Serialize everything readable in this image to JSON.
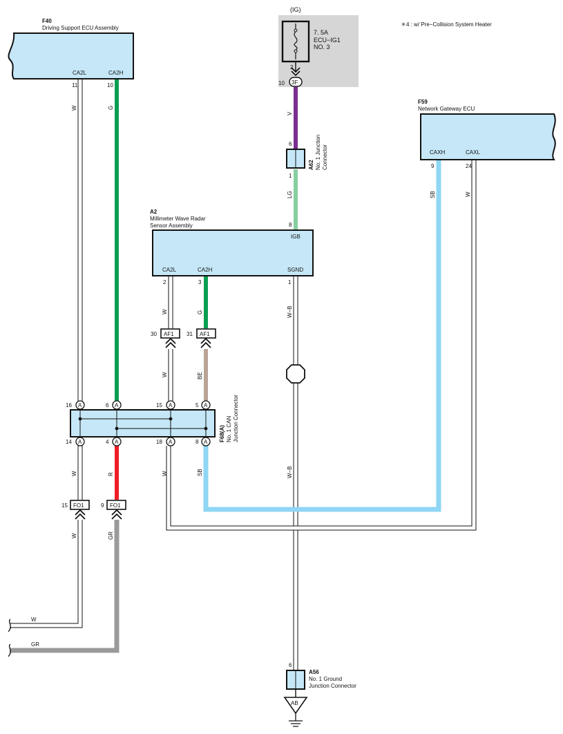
{
  "note": "＊4 : w/ Pre−Collision System Heater",
  "fuse": {
    "ig": "(IG)",
    "rating": "7. 5A",
    "name": "ECU−IG1",
    "no": "NO. 3",
    "pin_top": "2",
    "pin_bottom": "10",
    "connector": "3F"
  },
  "f40": {
    "code": "F40",
    "name": "Driving Support ECU Assembly",
    "pins": [
      "CA2L",
      "CA2H"
    ],
    "pin_nums": [
      "11",
      "10"
    ]
  },
  "f59": {
    "code": "F59",
    "name": "Network Gateway ECU",
    "pins": [
      "CAXH",
      "CAXL"
    ],
    "pin_nums": [
      "9",
      "24"
    ]
  },
  "a2": {
    "code": "A2",
    "name1": "Millimeter Wave Radar",
    "name2": "Sensor Assembly",
    "pin_igb": "IGB",
    "pin_igb_num": "8",
    "pins": [
      "CA2L",
      "CA2H",
      "SGND"
    ],
    "pin_nums": [
      "2",
      "3",
      "1"
    ]
  },
  "a62": {
    "code": "A62",
    "name1": "No. 1 Junction",
    "name2": "Connector",
    "pin_top": "6",
    "pin_bottom": "1"
  },
  "f68": {
    "code": "F68(A)",
    "name1": "No. 1 CAN",
    "name2": "Junction Connector",
    "top_pins": [
      "16",
      "6",
      "15",
      "5"
    ],
    "bottom_pins": [
      "14",
      "4",
      "18",
      "8"
    ],
    "marker": "A"
  },
  "af1": {
    "label": "AF1",
    "pins": [
      "30",
      "31"
    ]
  },
  "fo1": {
    "label": "FO1",
    "pins": [
      "15",
      "9"
    ]
  },
  "a56": {
    "code": "A56",
    "name1": "No.  1 Ground",
    "name2": "Junction Connector",
    "pin": "6",
    "ground": "AB"
  },
  "wires": {
    "f40_l": "W",
    "f40_h": "G",
    "fuse_v": "V",
    "a62_lg": "LG",
    "f59_sb": "SB",
    "f59_w": "W",
    "a2_w": "W",
    "a2_g": "G",
    "a2_wb": "W−B",
    "af1_w": "W",
    "af1_be": "BE",
    "f68_w1": "W",
    "f68_r": "R",
    "f68_w2": "W",
    "f68_sb": "SB",
    "fo1_w": "W",
    "fo1_gr": "GR",
    "wb_lower": "W−B",
    "out_w": "W",
    "out_gr": "GR"
  },
  "colors": {
    "green": "#0a9e52",
    "violet": "#7b2d90",
    "light_green": "#86cfa0",
    "sky_blue": "#8fd6f4",
    "red": "#ee1d25",
    "beige": "#b8a394",
    "gray": "#9a9a9a",
    "component": "#c5e7f7",
    "fuse_box": "#d6d6d6"
  }
}
